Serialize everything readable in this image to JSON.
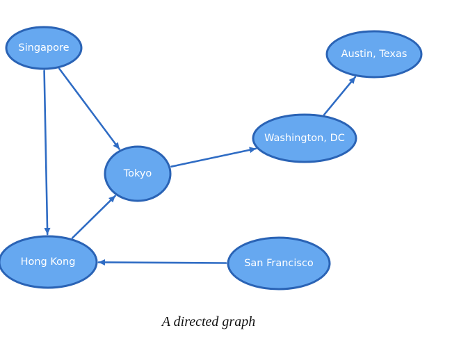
{
  "diagram": {
    "type": "directed-graph",
    "colors": {
      "node_fill": "#66a8f0",
      "node_stroke": "#2a63b5",
      "edge": "#2f6cc4",
      "label": "#ffffff"
    },
    "nodes": [
      {
        "id": "singapore",
        "label": "Singapore"
      },
      {
        "id": "austin",
        "label": "Austin, Texas"
      },
      {
        "id": "washington",
        "label": "Washington, DC"
      },
      {
        "id": "tokyo",
        "label": "Tokyo"
      },
      {
        "id": "hongkong",
        "label": "Hong Kong"
      },
      {
        "id": "sanfrancisco",
        "label": "San Francisco"
      }
    ],
    "edges": [
      {
        "from": "singapore",
        "to": "tokyo",
        "bidirectional": true
      },
      {
        "from": "singapore",
        "to": "hongkong",
        "bidirectional": true
      },
      {
        "from": "hongkong",
        "to": "tokyo",
        "bidirectional": false
      },
      {
        "from": "tokyo",
        "to": "washington",
        "bidirectional": false
      },
      {
        "from": "washington",
        "to": "austin",
        "bidirectional": false
      },
      {
        "from": "sanfrancisco",
        "to": "hongkong",
        "bidirectional": false
      }
    ]
  },
  "caption": "A directed graph"
}
